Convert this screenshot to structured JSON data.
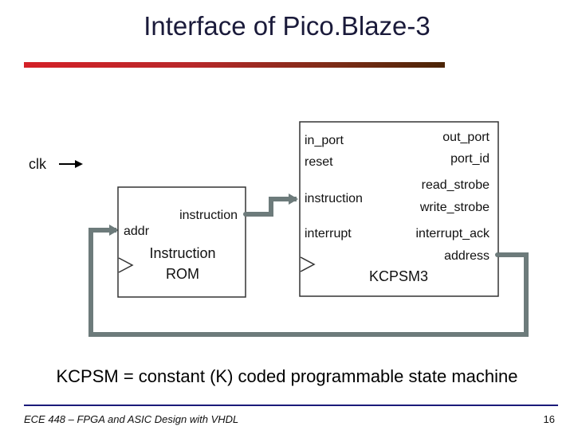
{
  "slide": {
    "title": "Interface of Pico.Blaze-3",
    "caption": "KCPSM = constant (K) coded programmable state machine",
    "footer_left": "ECE 448 – FPGA and ASIC Design with VHDL",
    "page_number": "16"
  },
  "diagram": {
    "clk_label": "clk",
    "rom": {
      "port_instruction": "instruction",
      "port_addr": "addr",
      "name_line1": "Instruction",
      "name_line2": "ROM"
    },
    "kcpsm": {
      "in_port": "in_port",
      "reset": "reset",
      "instruction": "instruction",
      "interrupt": "interrupt",
      "out_port": "out_port",
      "port_id": "port_id",
      "read_strobe": "read_strobe",
      "write_strobe": "write_strobe",
      "interrupt_ack": "interrupt_ack",
      "address": "address",
      "name": "KCPSM3"
    }
  },
  "colors": {
    "bus": "#6d7b7b",
    "title_bar_start": "#d42027",
    "title_bar_end": "#4a2406",
    "footer_line": "#1a1a7a"
  }
}
